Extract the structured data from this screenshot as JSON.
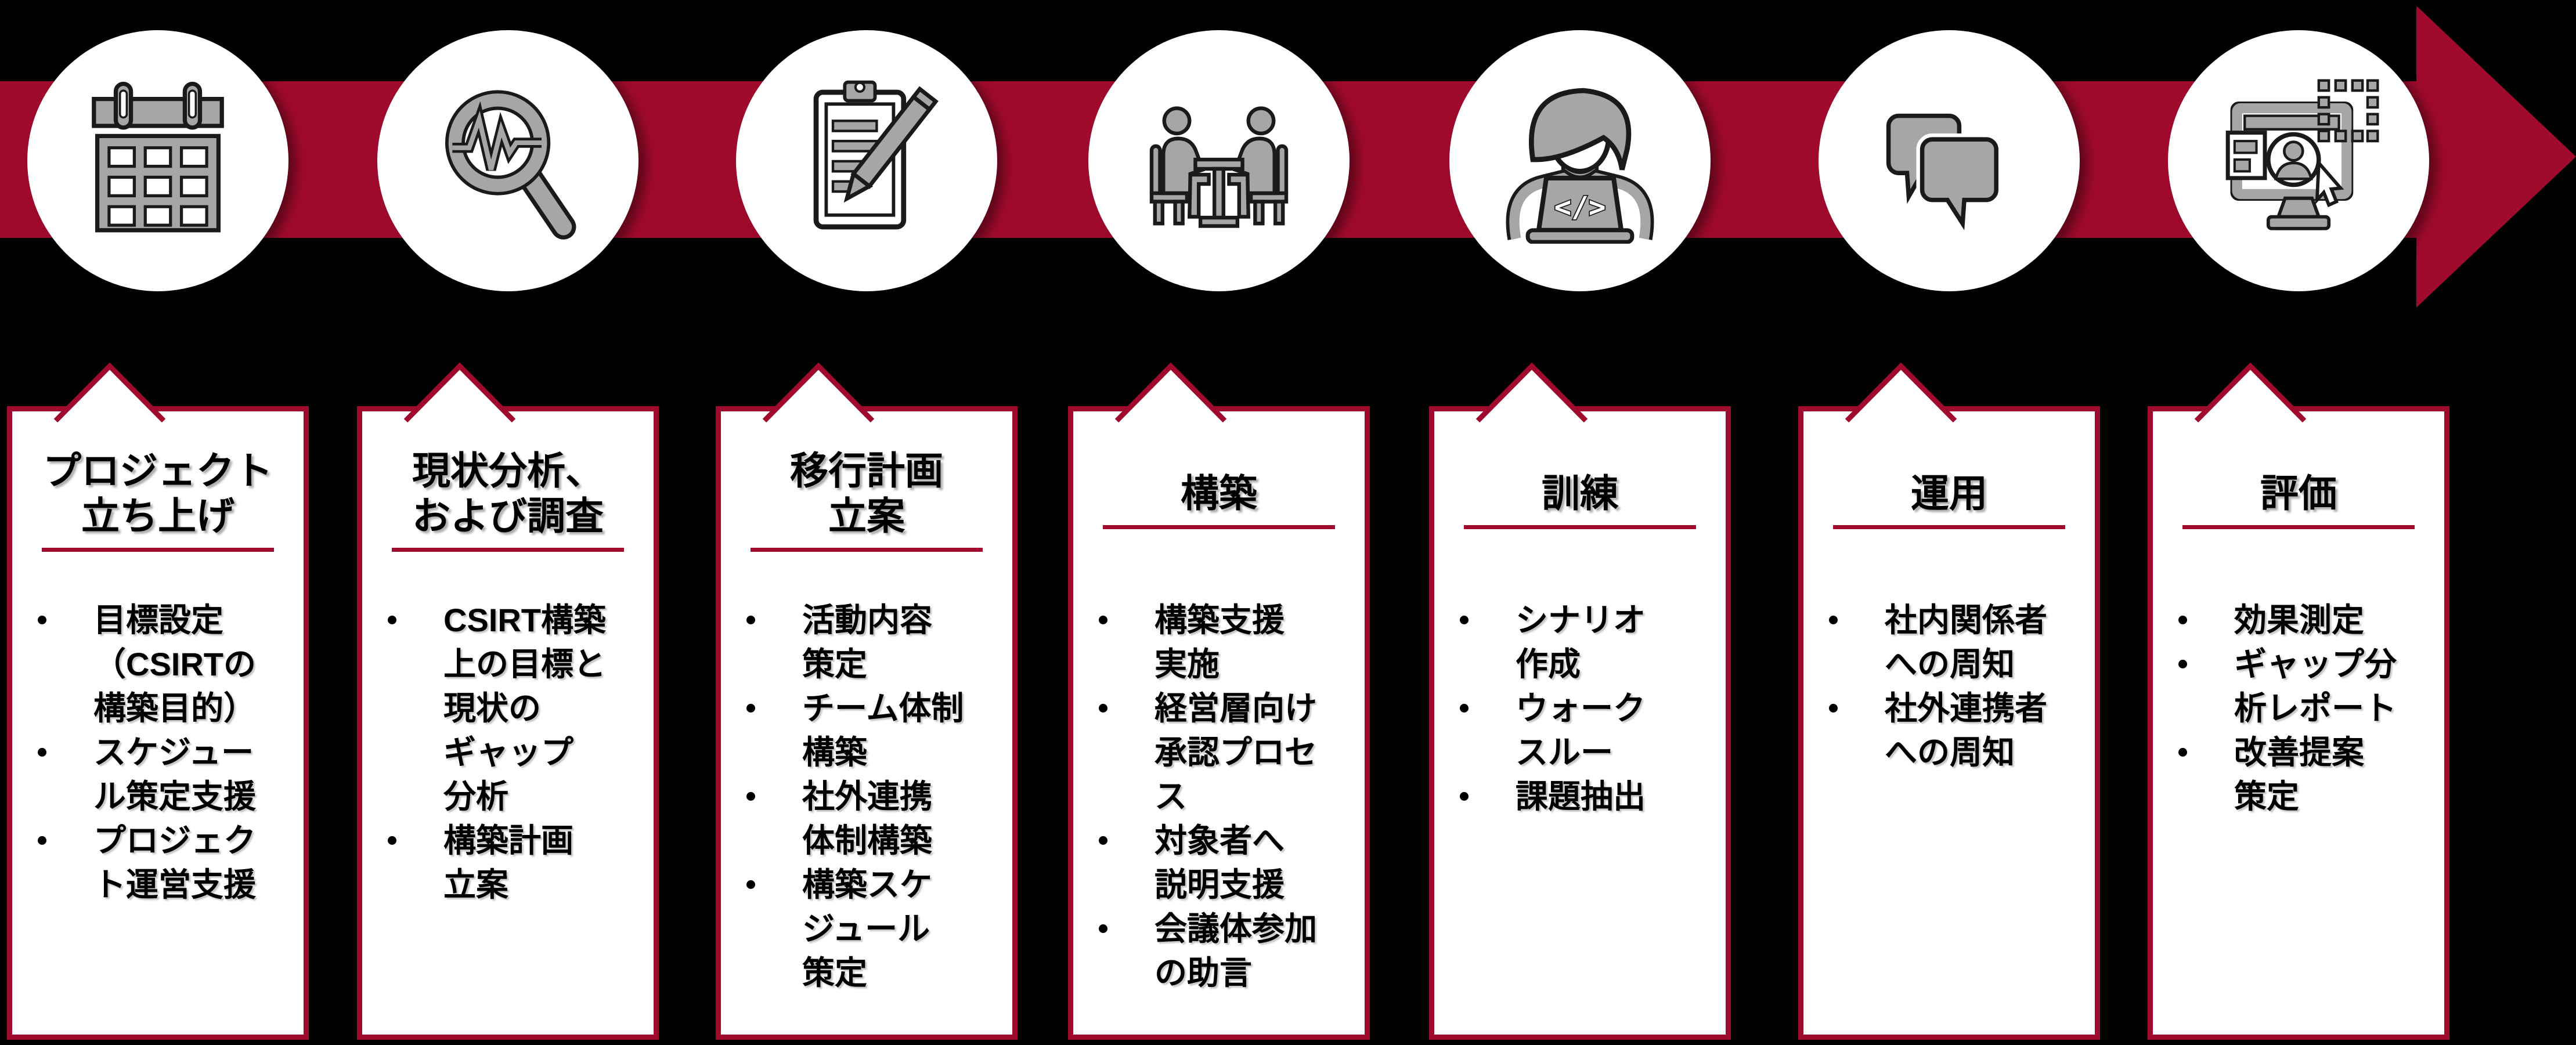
{
  "diagram": {
    "type": "process-flow",
    "language": "ja",
    "colors": {
      "background": "#000000",
      "arrow_red": "#A00A2C",
      "box_background": "#FFFFFF",
      "box_border": "#A00A2C",
      "title_underline": "#A00A2C",
      "icon_gray": "#A6A6A6",
      "icon_ink": "#1A1A1A",
      "text": "#000000"
    },
    "steps": [
      {
        "icon": "calendar-icon",
        "title": "プロジェクト\n立ち上げ",
        "bullets": [
          "目標設定\n（CSIRTの\n構築目的）",
          "スケジュー\nル策定支援",
          "プロジェク\nト運営支援"
        ]
      },
      {
        "icon": "analysis-magnifier-icon",
        "title": "現状分析、\nおよび調査",
        "bullets": [
          "CSIRT構築\n上の目標と\n現状の\nギャップ\n分析",
          "構築計画\n立案"
        ]
      },
      {
        "icon": "clipboard-pencil-icon",
        "title": "移行計画\n立案",
        "bullets": [
          "活動内容\n策定",
          "チーム体制\n構築",
          "社外連携\n体制構築",
          "構築スケ\nジュール\n策定"
        ]
      },
      {
        "icon": "meeting-table-icon",
        "title": "構築",
        "bullets": [
          "構築支援\n実施",
          "経営層向け\n承認プロセ\nス",
          "対象者へ\n説明支援",
          "会議体参加\nの助言"
        ]
      },
      {
        "icon": "person-laptop-icon",
        "title": "訓練",
        "bullets": [
          "シナリオ\n作成",
          "ウォーク\nスルー",
          "課題抽出"
        ]
      },
      {
        "icon": "chat-bubbles-icon",
        "title": "運用",
        "bullets": [
          "社内関係者\nへの周知",
          "社外連携者\nへの周知"
        ]
      },
      {
        "icon": "monitor-user-icon",
        "title": "評価",
        "bullets": [
          "効果測定",
          "ギャップ分\n析レポート",
          "改善提案\n策定"
        ]
      }
    ]
  }
}
